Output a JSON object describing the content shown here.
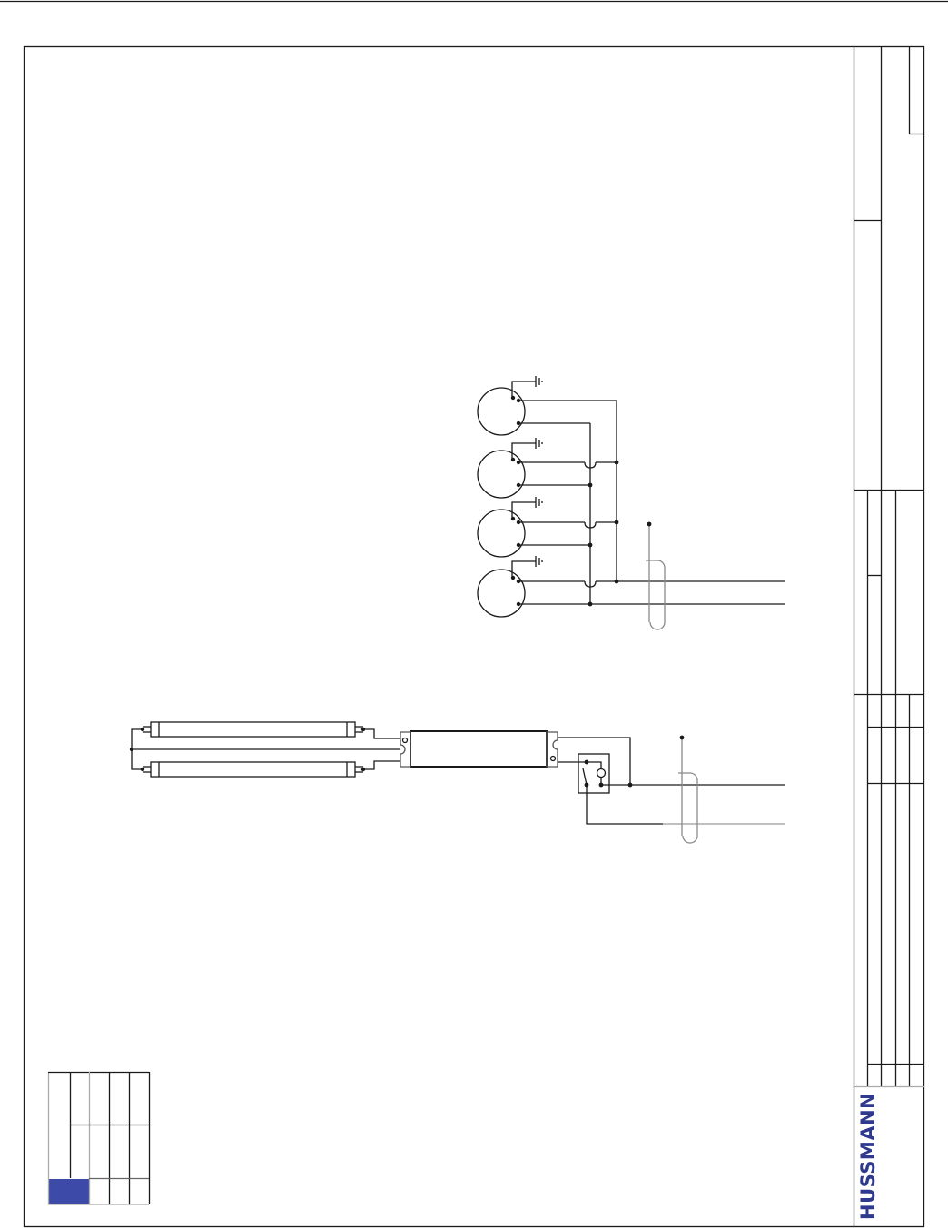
{
  "document": {
    "type": "wiring-schematic",
    "brand": {
      "logo_text": "HUSSMANN",
      "logo_color": "#2f3a8f"
    },
    "legend_swatch_color": "#3d4aa8",
    "line_color": "#1a1a1a",
    "secondary_line_color": "#9a9a9a"
  },
  "diagram": {
    "fan_motors": {
      "count": 4,
      "labels": []
    },
    "lamps": {
      "count": 2,
      "labels": []
    },
    "ballast": {
      "label": ""
    },
    "switch": {
      "label": ""
    }
  }
}
